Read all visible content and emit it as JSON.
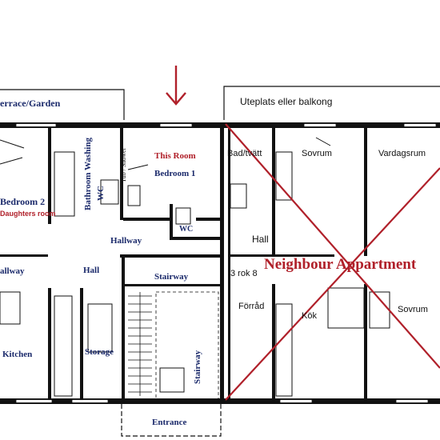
{
  "colors": {
    "left_label": "#1b2a6b",
    "accent_red": "#b0202a",
    "wall": "#111111"
  },
  "labels": {
    "terrace": "errace/Garden",
    "this_room": "This Room",
    "bedroom1": "Bedroom 1",
    "bathroom_washing": "Bathroom Washing",
    "tub_shower": "Tub / Shower",
    "wc_left": "WC",
    "bedroom2": "Bedroom 2",
    "daughters_room": "Daughters room",
    "hallway": "Hallway",
    "wc_small": "WC",
    "hallway_left": "allway",
    "hall": "Hall",
    "stairway_top": "Stairway",
    "kitchen": "Kitchen",
    "storage": "Storage",
    "stairway_vertical": "Stairway",
    "entrance": "Entrance",
    "uteplats": "Uteplats eller balkong",
    "badtvatt": "Bad/tvätt",
    "sovrum_top": "Sovrum",
    "vardagsrum": "Vardagsrum",
    "hall_right": "Hall",
    "rok": "3 rok 8",
    "neighbour": "Neighbour Appartment",
    "forrad": "Förråd",
    "kok": "Kök",
    "sovrum_bottom": "Sovrum"
  },
  "marker": {
    "icon": "arrow-down-icon",
    "color": "#b0202a"
  }
}
